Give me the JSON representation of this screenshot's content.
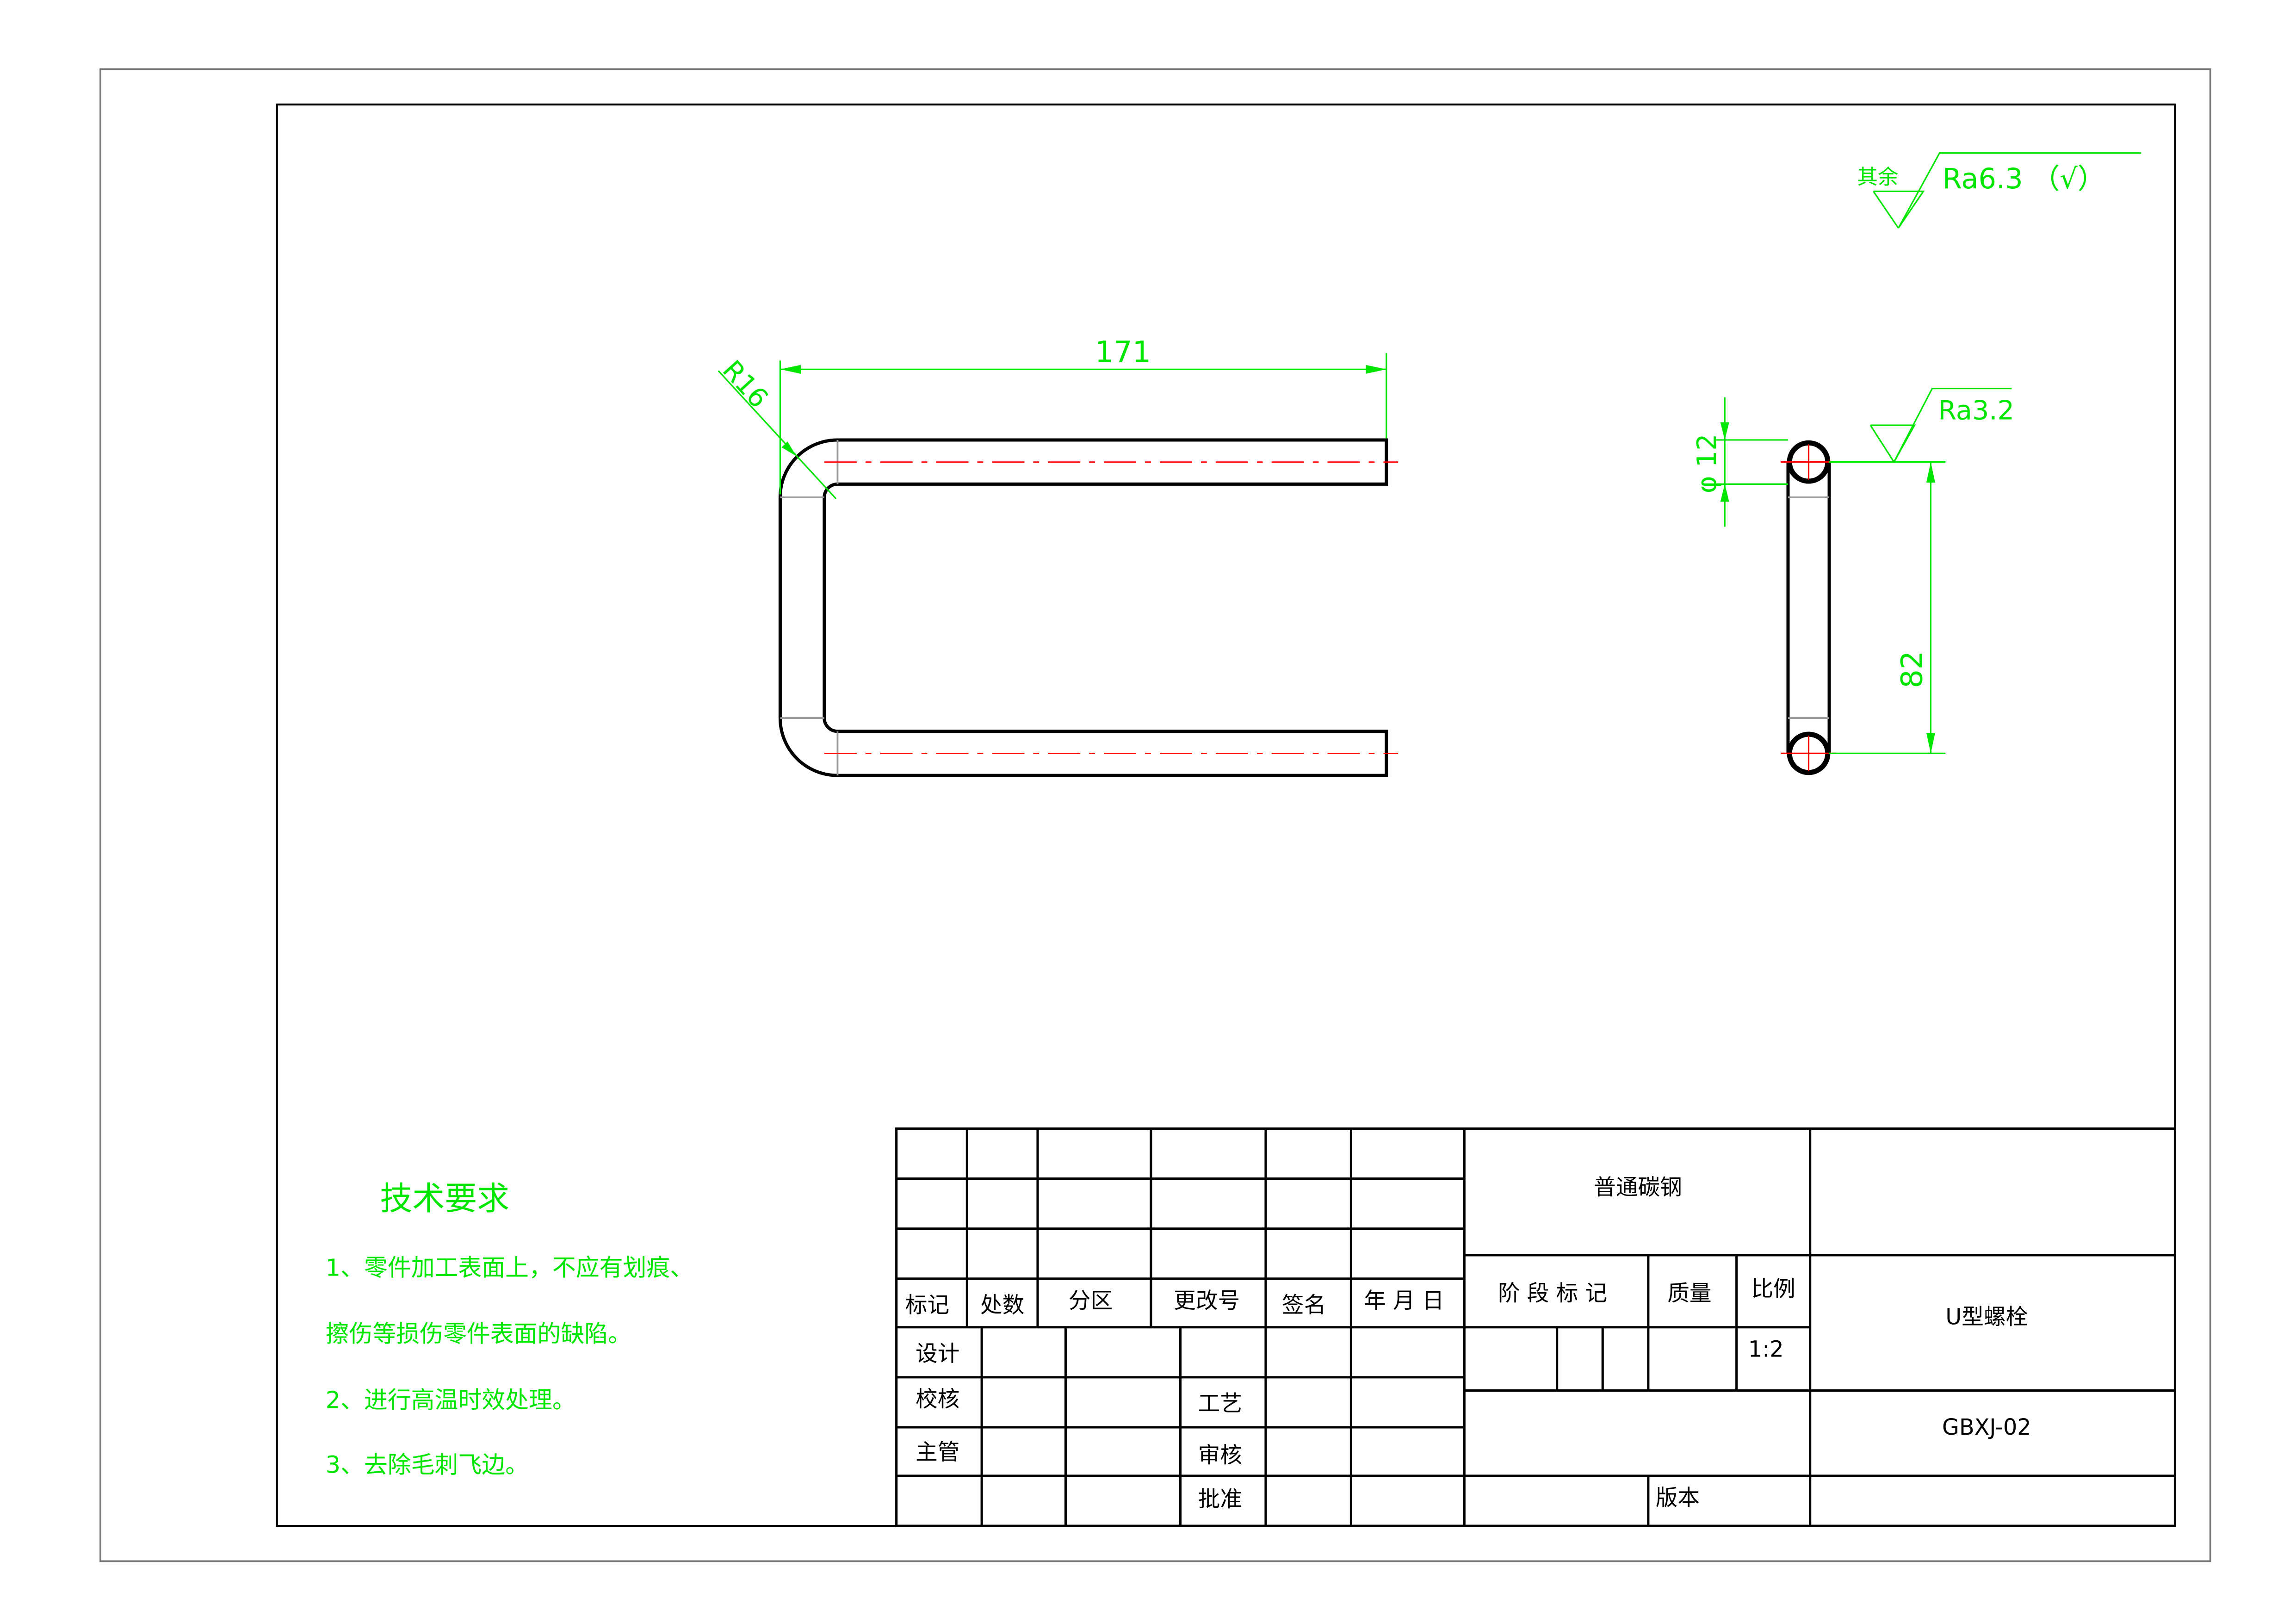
{
  "drawing": {
    "dim_length": "171",
    "dim_radius": "R16",
    "dim_diameter": "φ 12",
    "dim_height": "82",
    "roughness_local": "Ra3.2",
    "roughness_rest_label": "其余",
    "roughness_rest": "Ra6.3 （√）",
    "colors": {
      "dimension": "#00e600",
      "centerline": "#ff0000",
      "outline": "#000000"
    }
  },
  "tech_requirements": {
    "title": "技术要求",
    "items": [
      "1、零件加工表面上，不应有划痕、",
      "擦伤等损伤零件表面的缺陷。",
      "2、进行高温时效处理。",
      "3、去除毛刺飞边。"
    ]
  },
  "title_block": {
    "material": "普通碳钢",
    "part_name": "U型螺栓",
    "drawing_number": "GBXJ-02",
    "stage_mark": "阶 段 标 记",
    "weight": "质量",
    "scale_label": "比例",
    "scale": "1:2",
    "version": "版本",
    "headers": [
      "标记",
      "处数",
      "分区",
      "更改号",
      "签名",
      "年 月 日"
    ],
    "design": "设计",
    "check": "校核",
    "process": "工艺",
    "manager": "主管",
    "review": "审核",
    "approve": "批准"
  }
}
